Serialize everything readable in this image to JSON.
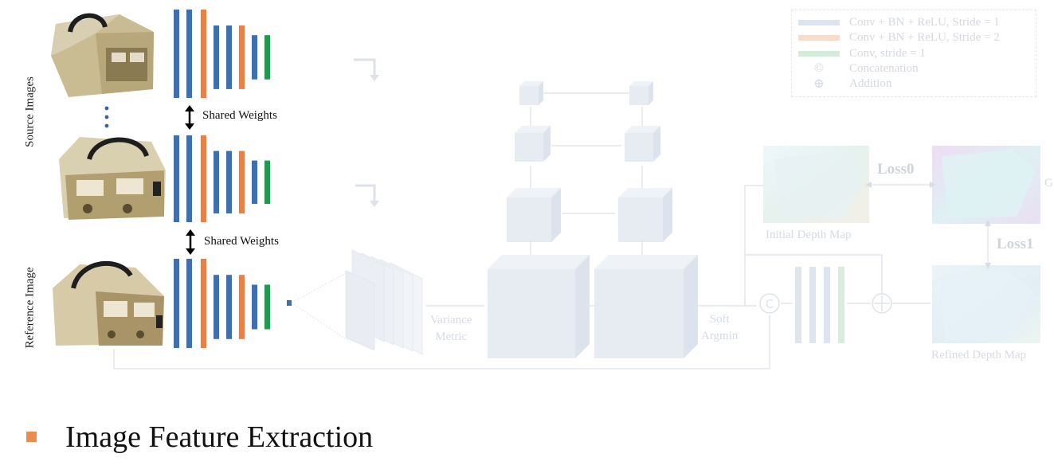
{
  "labels": {
    "source_images": "Source Images",
    "reference_image": "Reference Image",
    "shared_weights": "Shared Weights",
    "variance_metric": [
      "Variance",
      "Metric"
    ],
    "soft_argmin": [
      "Soft",
      "Argmin"
    ],
    "initial_depth_map": "Initial Depth Map",
    "refined_depth_map": "Refined Depth Map",
    "loss0": "Loss0",
    "loss1": "Loss1",
    "gt_partial": "G",
    "ellipsis": "⋮"
  },
  "legend": [
    {
      "kind": "swatch",
      "color": "#dde4ee",
      "text": "Conv + BN + ReLU, Stride = 1"
    },
    {
      "kind": "swatch",
      "color": "#f6dccb",
      "text": "Conv + BN + ReLU, Stride = 2"
    },
    {
      "kind": "swatch",
      "color": "#d6ecd9",
      "text": "Conv, stride = 1"
    },
    {
      "kind": "symbol",
      "symbol": "©",
      "text": "Concatenation"
    },
    {
      "kind": "symbol",
      "symbol": "⊕",
      "text": "Addition"
    }
  ],
  "bullet": {
    "text": "Image Feature Extraction",
    "color": "#e98d4e"
  },
  "colors": {
    "stride1": "#3f6fae",
    "stride2": "#e4824a",
    "conv": "#1f9a50",
    "faint": "#e6ebf2",
    "faint_edge": "#d8dee8"
  },
  "feature_extractor_pattern": [
    "stride1",
    "stride1",
    "stride2",
    "stride1",
    "stride1",
    "stride2",
    "stride1",
    "conv"
  ],
  "refine_pattern": [
    "stride1",
    "stride1",
    "stride1",
    "conv"
  ]
}
